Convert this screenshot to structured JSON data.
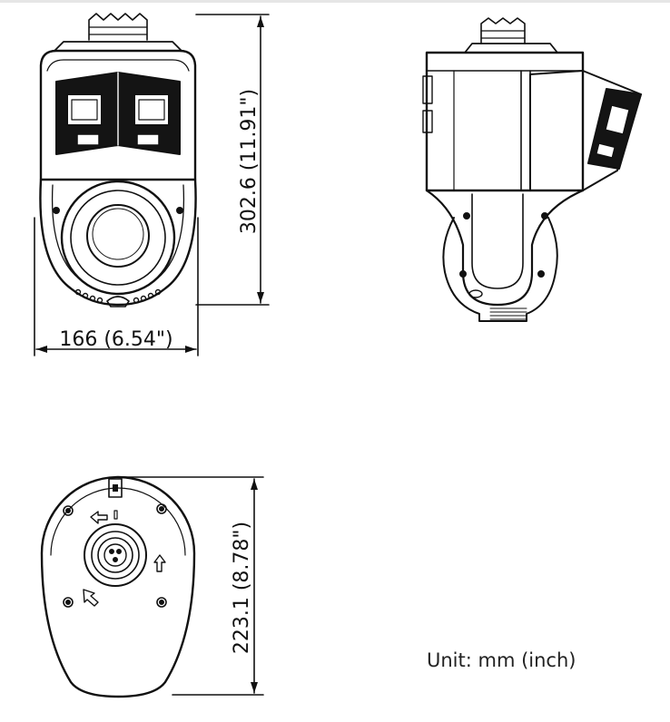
{
  "dimensions": {
    "front_height": "302.6 (11.91\")",
    "front_width": "166 (6.54\")",
    "bottom_height": "223.1 (8.78\")"
  },
  "unit_label": "Unit: mm (inch)",
  "colors": {
    "line": "#111111",
    "background": "#ffffff"
  }
}
